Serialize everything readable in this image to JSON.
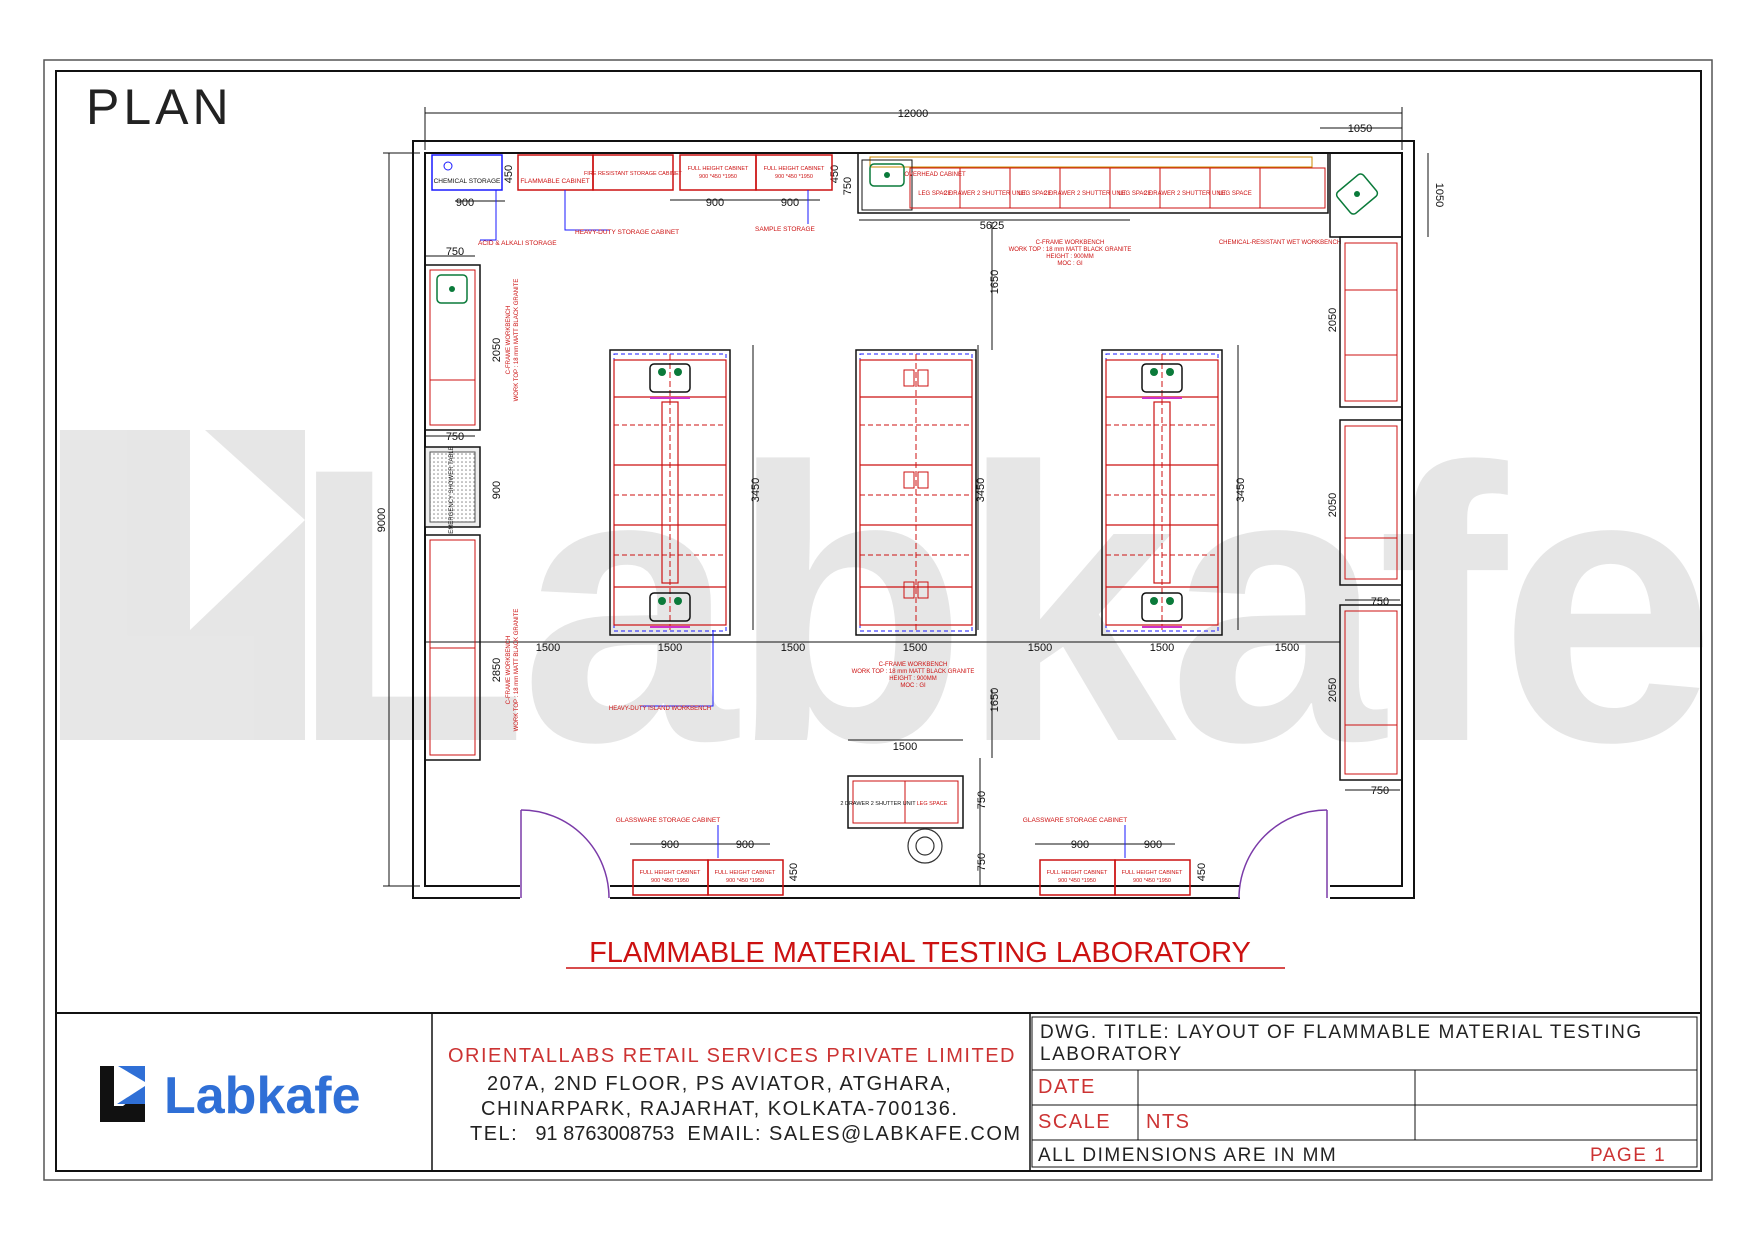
{
  "plan_label": "PLAN",
  "title": "FLAMMABLE MATERIAL TESTING LABORATORY",
  "watermark": "Labkafe",
  "colors": {
    "casework": "#cc1111",
    "lines": "#111111",
    "note": "#1a1aff",
    "sink": "#0a7a3a",
    "dim": "#111111"
  },
  "dimensions": {
    "overall_width": "12000",
    "overall_depth": "9000",
    "corner_w": "1050",
    "corner_d": "1050",
    "top_run": "5625",
    "walkway_top": "1650",
    "walkway_bottom": "1650",
    "island_len": "3450",
    "island_w": "1500",
    "aisle": "1500",
    "cab_w": "900",
    "cab_d": "450",
    "bench_d": "750",
    "side_len_a": "2050",
    "side_len_b": "2850",
    "shower_w": "900",
    "bottom_w": "750"
  },
  "cabinets": {
    "chemical": "CHEMICAL STORAGE",
    "flammable": "FLAMMABLE CABINET",
    "fire_resistant": "FIRE RESISTANT STORAGE CABINET",
    "full_height": "FULL HEIGHT CABINET",
    "full_height_size": "900 *450 *1950",
    "two_drawer": "2 DRAWER 2 SHUTTER UNIT",
    "overhead": "OVERHEAD CABINET",
    "leg_space": "LEG SPACE"
  },
  "notes": {
    "acid_alkali": "ACID & ALKALI STORAGE",
    "heavy_duty_storage": "HEAVY-DUTY STORAGE CABINET",
    "sample_storage": "SAMPLE STORAGE",
    "c_frame": "C-FRAME WORKBENCH",
    "worktop": "WORK TOP : 18 mm MATT BLACK GRANITE",
    "height": "HEIGHT : 900MM",
    "moc": "MOC : GI",
    "chem_bench": "CHEMICAL-RESISTANT WET WORKBENCH",
    "island_bench": "HEAVY-DUTY ISLAND WORKBENCH",
    "glassware": "GLASSWARE STORAGE CABINET",
    "fume_shower": "EMERGENCY SHOWER TABLE"
  },
  "company": {
    "name": "ORIENTALLABS RETAIL SERVICES PRIVATE LIMITED",
    "addr1": "207A, 2ND FLOOR, PS AVIATOR, ATGHARA,",
    "addr2": "CHINARPARK, RAJARHAT, KOLKATA-700136.",
    "tel_label": "TEL:",
    "tel": "91 8763008753",
    "email": "EMAIL: SALES@LABKAFE.COM"
  },
  "logo_text": "Labkafe",
  "titleblock": {
    "dwg_title": "DWG. TITLE: LAYOUT OF FLAMMABLE MATERIAL TESTING LABORATORY",
    "dwg_title_l1": "DWG. TITLE: LAYOUT OF FLAMMABLE MATERIAL TESTING",
    "dwg_title_l2": "LABORATORY",
    "date_label": "DATE",
    "date_value": "",
    "scale_label": "SCALE",
    "scale_value": "NTS",
    "dims_note": "ALL DIMENSIONS ARE IN MM",
    "page": "PAGE 1"
  }
}
